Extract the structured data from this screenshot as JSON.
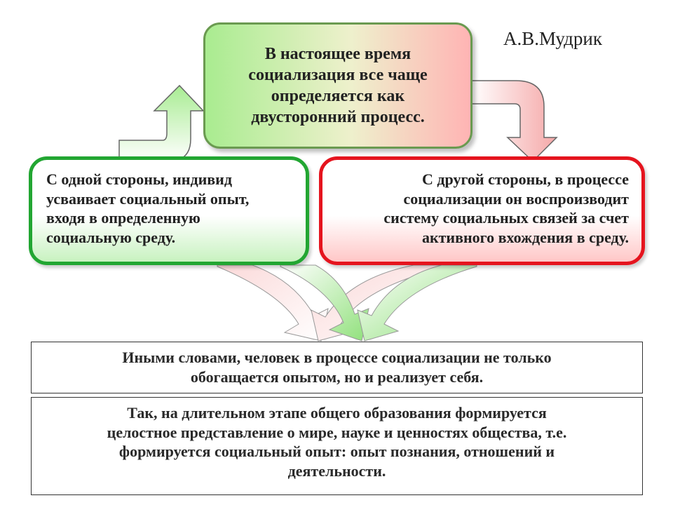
{
  "author": "А.В.Мудрик",
  "top_box": {
    "lines": [
      "В настоящее время",
      "социализация все чаще",
      "определяется как",
      "двусторонний процесс."
    ]
  },
  "left_box": {
    "lines": [
      "С одной стороны, индивид",
      "усваивает социальный опыт,",
      "входя в определенную",
      "социальную среду."
    ]
  },
  "right_box": {
    "lines": [
      "С другой стороны, в процессе",
      "социализации он воспроизводит",
      "систему социальных связей за счет",
      "активного вхождения в среду."
    ]
  },
  "box1": {
    "lines": [
      "Иными словами, человек в процессе социализации не только",
      "обогащается опытом, но и реализует себя."
    ]
  },
  "box2": {
    "lines": [
      "Так, на длительном этапе общего образования формируется",
      "целостное представление о мире, науке и ценностях общества, т.е.",
      "формируется социальный опыт: опыт познания, отношений и",
      "деятельности."
    ]
  },
  "colors": {
    "green_border": "#22a632",
    "red_border": "#e5141e",
    "green_arrow": "#8fe07a",
    "pink_arrow": "#f6b7b7"
  }
}
